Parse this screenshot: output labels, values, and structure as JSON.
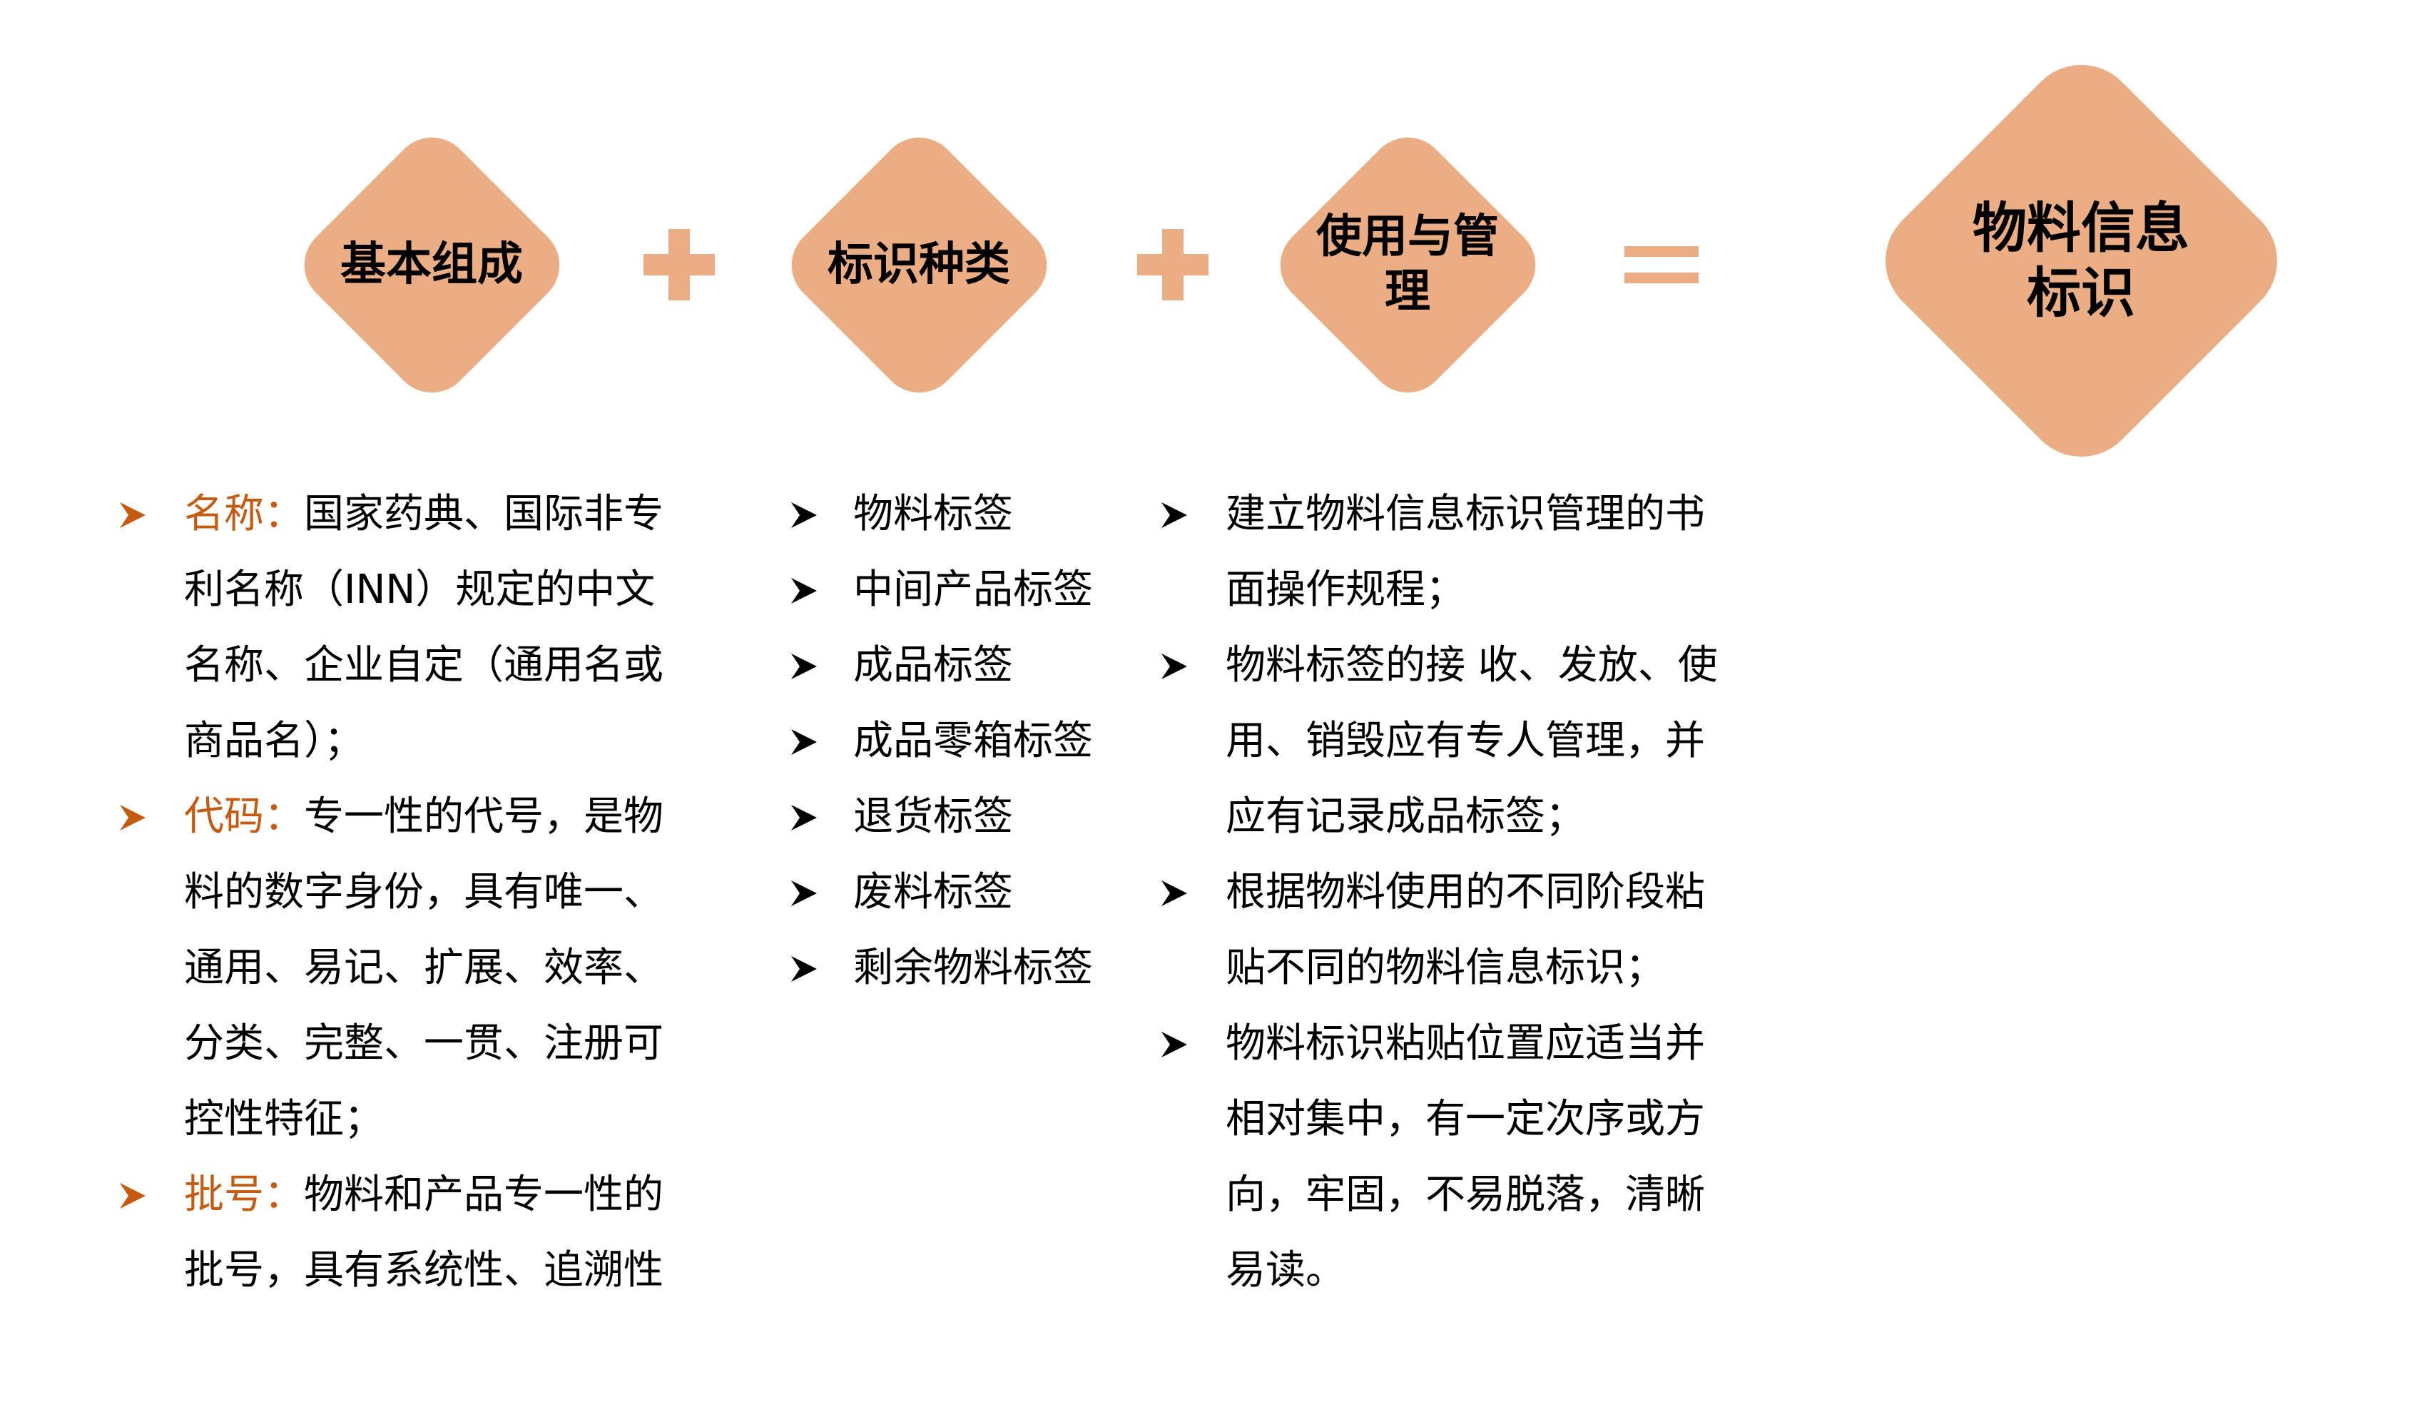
{
  "colors": {
    "accent": "#EBAD83",
    "keyword": "#C55A11"
  },
  "diagram": {
    "terms": [
      "基本组成",
      "标识种类",
      "使用与管理"
    ],
    "operators": [
      "plus",
      "plus",
      "equals"
    ],
    "result": "物料信息标识"
  },
  "columns": [
    {
      "arrow_color": "#C55A11",
      "items": [
        {
          "key": "名称：",
          "lines": [
            "国家药典、国际非专",
            "利名称（INN）规定的中文",
            "名称、企业自定（通用名或",
            "商品名）；"
          ]
        },
        {
          "key": "代码：",
          "lines": [
            "专一性的代号，是物",
            "料的数字身份，具有唯一、",
            "通用、易记、扩展、效率、",
            "分类、完整、一贯、注册可",
            "控性特征；"
          ]
        },
        {
          "key": "批号：",
          "lines": [
            "物料和产品专一性的",
            "批号，具有系统性、追溯性"
          ]
        }
      ]
    },
    {
      "arrow_color": "#000000",
      "items": [
        {
          "lines": [
            "物料标签"
          ]
        },
        {
          "lines": [
            "中间产品标签"
          ]
        },
        {
          "lines": [
            "成品标签"
          ]
        },
        {
          "lines": [
            "成品零箱标签"
          ]
        },
        {
          "lines": [
            "退货标签"
          ]
        },
        {
          "lines": [
            "废料标签"
          ]
        },
        {
          "lines": [
            "剩余物料标签"
          ]
        }
      ]
    },
    {
      "arrow_color": "#000000",
      "items": [
        {
          "lines": [
            "建立物料信息标识管理的书",
            "面操作规程；"
          ]
        },
        {
          "lines": [
            "物料标签的接 收、发放、使",
            "用、销毁应有专人管理，并",
            "应有记录成品标签；"
          ]
        },
        {
          "lines": [
            "根据物料使用的不同阶段粘",
            "贴不同的物料信息标识；"
          ]
        },
        {
          "lines": [
            "物料标识粘贴位置应适当并",
            "相对集中，有一定次序或方",
            "向，牢固，不易脱落，清晰",
            "易读。"
          ]
        }
      ]
    }
  ]
}
